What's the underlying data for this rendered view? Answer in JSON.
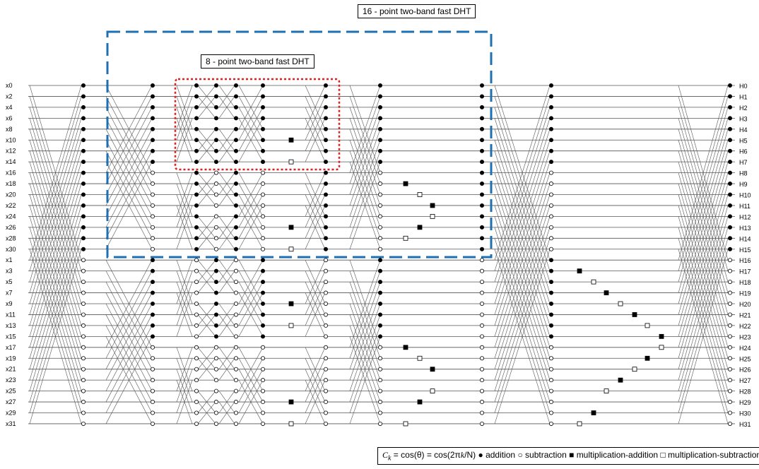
{
  "title_16": "16 - point two-band fast DHT",
  "title_8": "8 - point two-band fast DHT",
  "inputs": [
    "x0",
    "x2",
    "x4",
    "x6",
    "x8",
    "x10",
    "x12",
    "x14",
    "x16",
    "x18",
    "x20",
    "x22",
    "x24",
    "x26",
    "x28",
    "x30",
    "x1",
    "x3",
    "x5",
    "x7",
    "x9",
    "x11",
    "x13",
    "x15",
    "x17",
    "x19",
    "x21",
    "x23",
    "x25",
    "x27",
    "x29",
    "x31"
  ],
  "outputs": [
    "H0",
    "H1",
    "H2",
    "H3",
    "H4",
    "H5",
    "H6",
    "H7",
    "H8",
    "H9",
    "H10",
    "H11",
    "H12",
    "H13",
    "H14",
    "H15",
    "H16",
    "H17",
    "H18",
    "H19",
    "H20",
    "H21",
    "H22",
    "H23",
    "H24",
    "H25",
    "H26",
    "H27",
    "H28",
    "H29",
    "H30",
    "H31"
  ],
  "legend": {
    "ck": "C",
    "ck_sub": "k",
    "formula": " = cos(θ) = cos(2π",
    "formula_k": "k",
    "formula_end": "/N)",
    "addition": "addition",
    "subtraction": "subtraction",
    "mult_add": "multiplication-addition",
    "mult_sub": "multiplication-subtraction"
  },
  "colors": {
    "box16": "#1f6fb3",
    "box8": "#e02020",
    "line": "#555555",
    "node": "#000000"
  },
  "icons": {
    "addition": "filled-circle",
    "subtraction": "open-circle",
    "mult_add": "filled-square",
    "mult_sub": "open-square"
  }
}
